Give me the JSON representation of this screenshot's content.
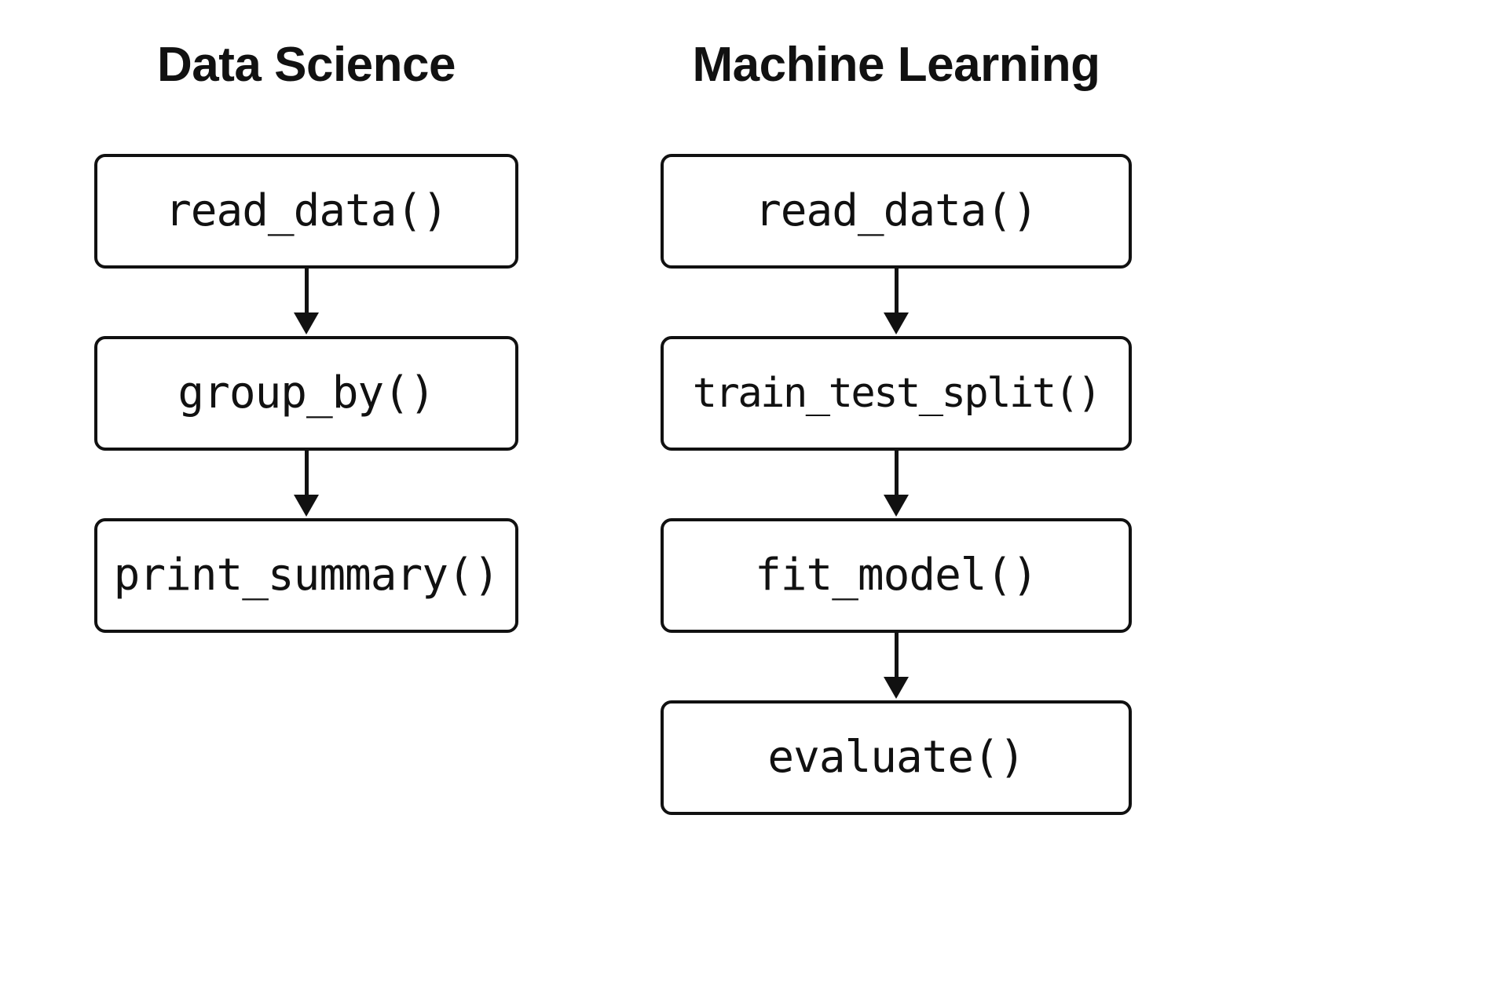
{
  "page": {
    "background_color": "#ffffff",
    "ink_color": "#111111"
  },
  "columns": [
    {
      "id": "data-science",
      "title": "Data Science",
      "nodes": [
        {
          "label": "read_data()"
        },
        {
          "label": "group_by()"
        },
        {
          "label": "print_summary()"
        }
      ],
      "connectors": [
        {
          "icon": "down-arrow-icon",
          "from": "read_data()",
          "to": "group_by()"
        },
        {
          "icon": "down-arrow-icon",
          "from": "group_by()",
          "to": "print_summary()"
        }
      ]
    },
    {
      "id": "machine-learning",
      "title": "Machine Learning",
      "nodes": [
        {
          "label": "read_data()"
        },
        {
          "label": "train_test_split()"
        },
        {
          "label": "fit_model()"
        },
        {
          "label": "evaluate()"
        }
      ],
      "connectors": [
        {
          "icon": "down-arrow-icon",
          "from": "read_data()",
          "to": "train_test_split()"
        },
        {
          "icon": "down-arrow-icon",
          "from": "train_test_split()",
          "to": "fit_model()"
        },
        {
          "icon": "down-arrow-icon",
          "from": "fit_model()",
          "to": "evaluate()"
        }
      ]
    }
  ]
}
